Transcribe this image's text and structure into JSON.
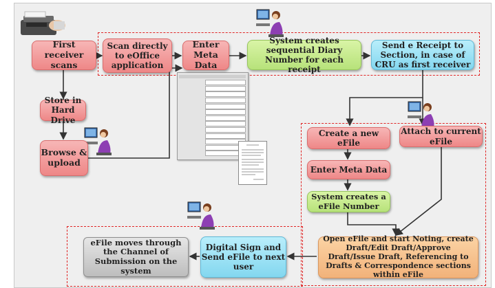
{
  "steps": {
    "first_receiver": "First receiver scans",
    "scan_eoffice": "Scan directly to eOffice application",
    "enter_meta": "Enter Meta Data",
    "diary_number": "System creates sequential Diary Number for each receipt",
    "send_receipt": "Send e Receipt to Section, in case of CRU as first receiver",
    "store_hd": "Store in Hard Drive",
    "browse_upload": "Browse & upload",
    "create_efile": "Create a new eFile",
    "attach_efile": "Attach to current eFile",
    "enter_meta_2": "Enter Meta Data",
    "efile_number": "System creates a eFile Number",
    "open_efile": "Open eFile and start Noting, create Draft/Edit Draft/Approve Draft/Issue Draft, Referencing to Drafts & Correspondence sections within eFile",
    "digital_sign": "Digital Sign and Send eFile to next user",
    "efile_moves": "eFile moves through the Channel of Submission on the system"
  },
  "colors": {
    "red_box": "#ee8787",
    "green_box": "#b7e27a",
    "blue_box": "#83d7ef",
    "orange_box": "#f2b27a",
    "gray_box": "#bdbdbd",
    "dashed_border": "#e02424",
    "arrow": "#333333"
  },
  "icons": [
    "scanner-icon",
    "user-at-computer-icon",
    "metadata-form-thumbnail",
    "document-thumbnail"
  ]
}
